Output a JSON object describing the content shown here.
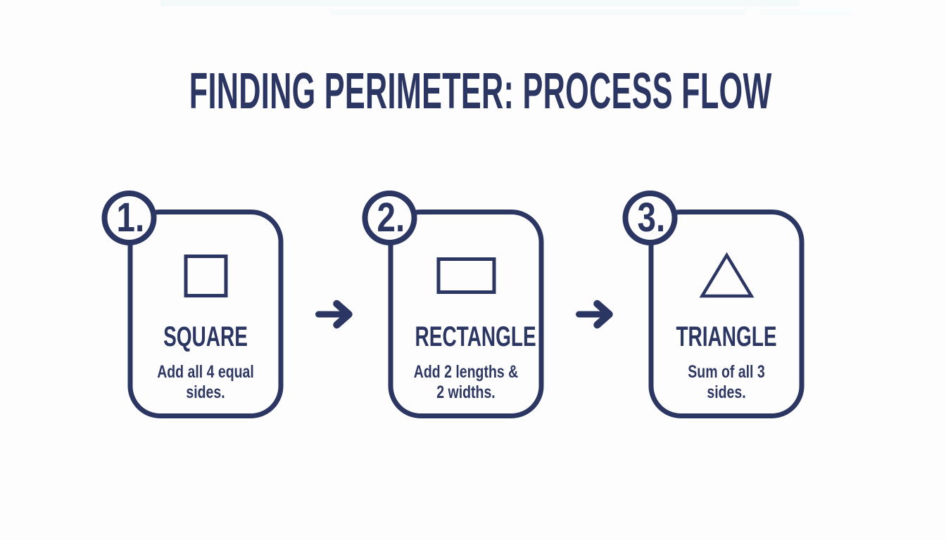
{
  "colors": {
    "navy": "#2c3663",
    "background": "#fdfdfd"
  },
  "title": "FINDING PERIMETER: PROCESS FLOW",
  "flow": {
    "arrow_icon": "arrow-right",
    "arrow_glyph": "→"
  },
  "steps": [
    {
      "number": "1.",
      "icon": "square-outline-icon",
      "label": "SQUARE",
      "description": "Add all 4 equal sides.",
      "lines": [
        "Add all 4 equal",
        "sides."
      ]
    },
    {
      "number": "2.",
      "icon": "rectangle-outline-icon",
      "label": "RECTANGLE",
      "description": "Add 2 lengths & 2 widths.",
      "lines": [
        "Add 2 lengths &",
        "2 widths."
      ]
    },
    {
      "number": "3.",
      "icon": "triangle-outline-icon",
      "label": "TRIANGLE",
      "description": "Sum of all 3 sides.",
      "lines": [
        "Sum of all 3",
        "sides."
      ]
    }
  ]
}
